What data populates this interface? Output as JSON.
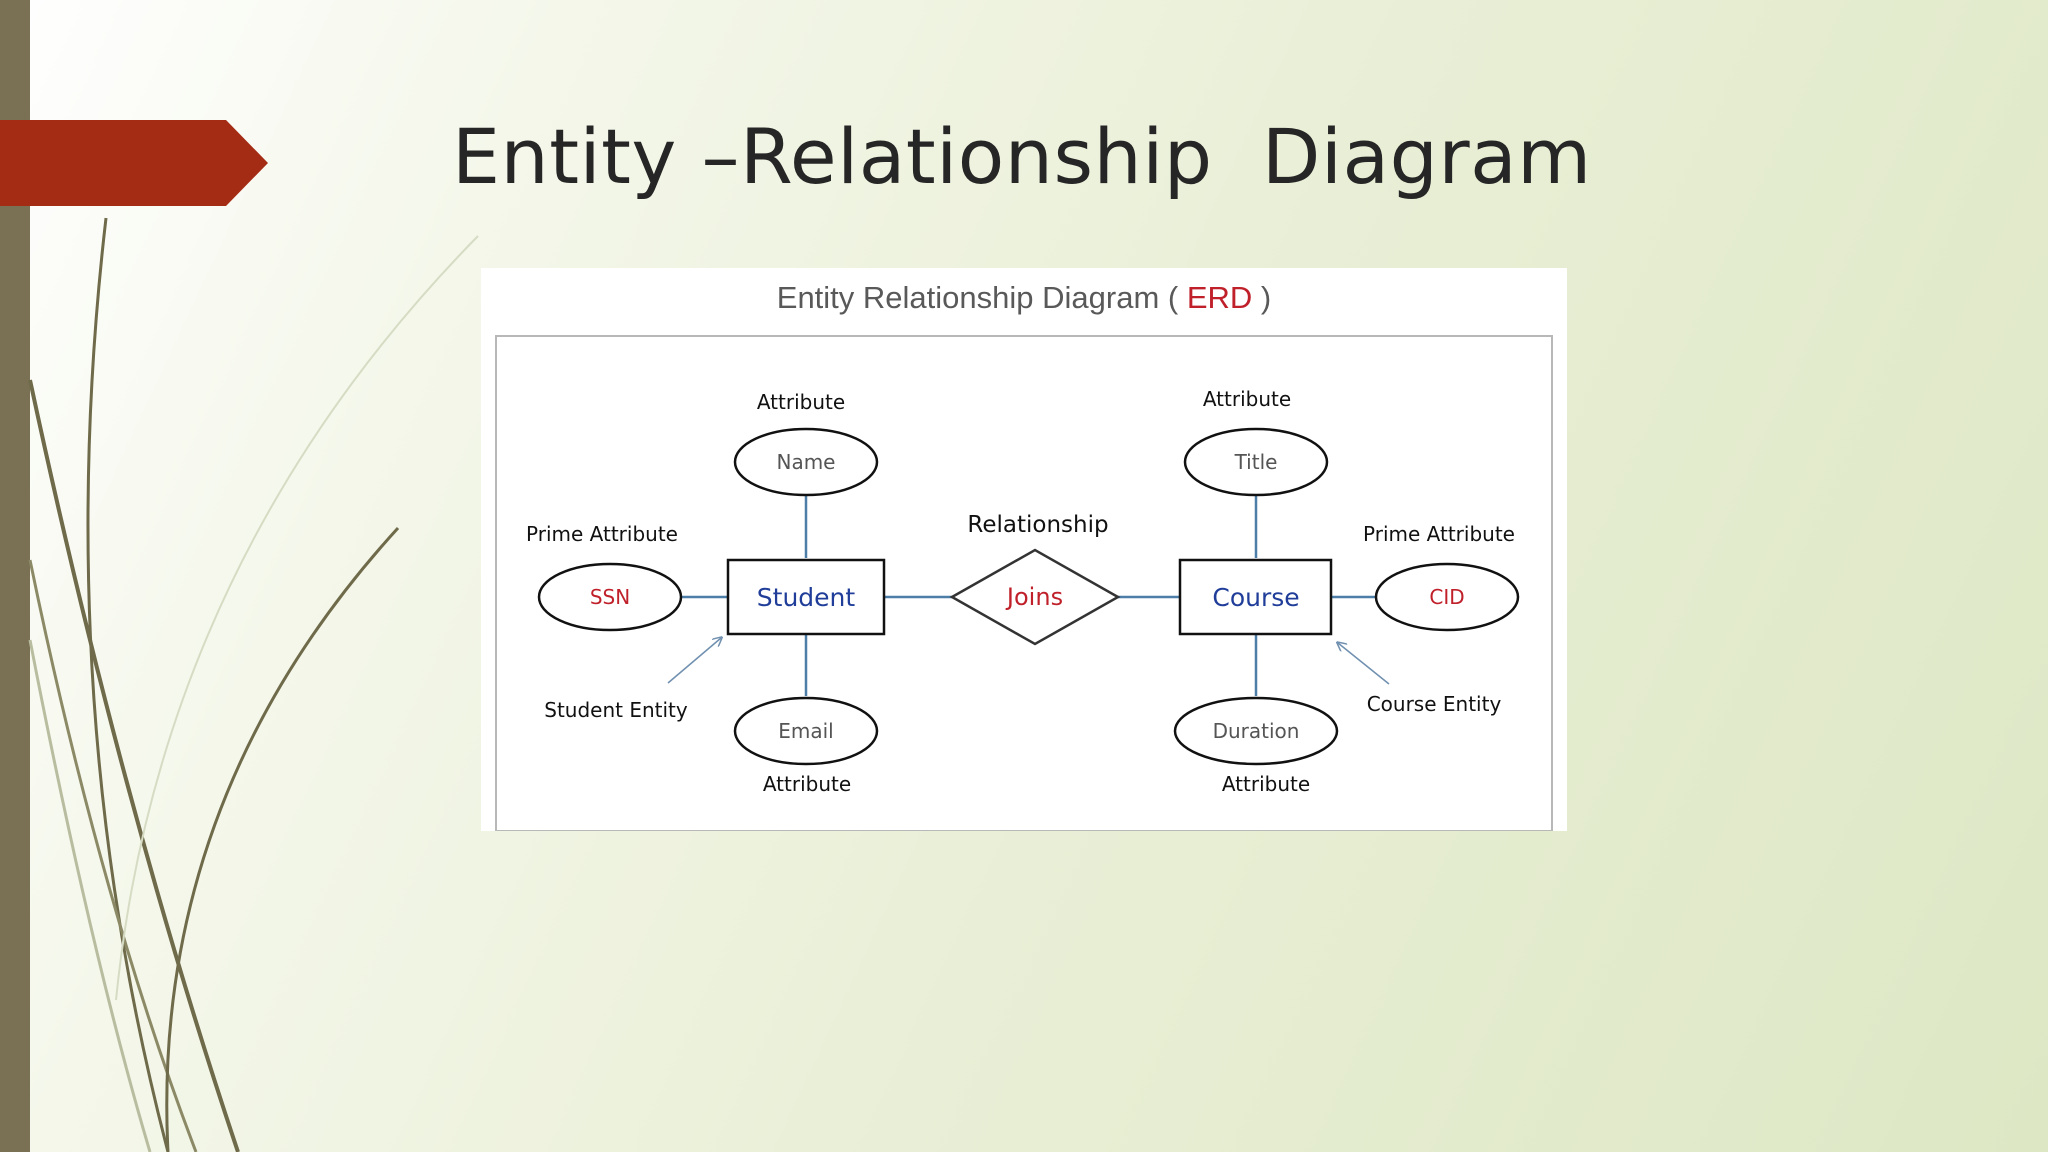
{
  "slide": {
    "title": "Entity –Relationship  Diagram"
  },
  "erd": {
    "heading_main": "Entity Relationship Diagram ( ",
    "heading_highlight": "ERD",
    "heading_end": " )",
    "relationship_caption": "Relationship",
    "relationship": "Joins",
    "student": {
      "entity": "Student",
      "entity_caption": "Student Entity",
      "key_attribute": "SSN",
      "key_caption": "Prime Attribute",
      "attr_top": "Name",
      "attr_top_caption": "Attribute",
      "attr_bottom": "Email",
      "attr_bottom_caption": "Attribute"
    },
    "course": {
      "entity": "Course",
      "entity_caption": "Course Entity",
      "key_attribute": "CID",
      "key_caption": "Prime Attribute",
      "attr_top": "Title",
      "attr_top_caption": "Attribute",
      "attr_bottom": "Duration",
      "attr_bottom_caption": "Attribute"
    }
  },
  "colors": {
    "accent": "#a52c14",
    "sidebar": "#7a7154",
    "key_text": "#c0202a",
    "entity_text": "#1f3d99",
    "connector": "#4d7ea8"
  }
}
